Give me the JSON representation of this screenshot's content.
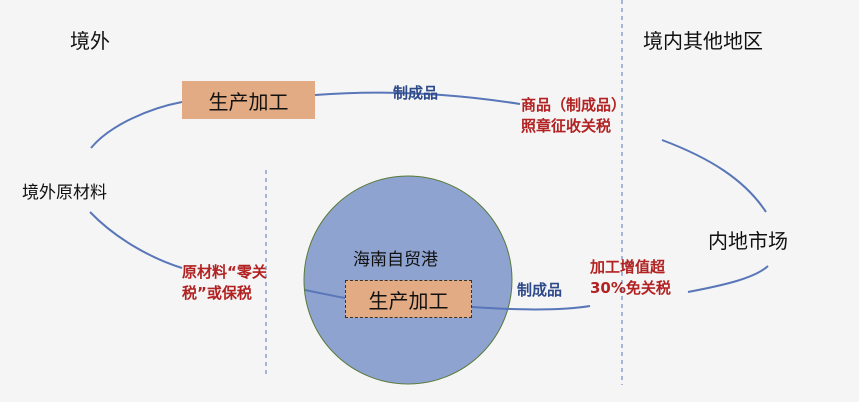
{
  "regions": {
    "outside": "境外",
    "inland_other": "境内其他地区"
  },
  "nodes": {
    "raw_materials": "境外原材料",
    "inland_market": "内地市场",
    "hainan_ftp": "海南自贸港",
    "processing_outside": "生产加工",
    "processing_hainan": "生产加工"
  },
  "flows": {
    "top_product": "制成品",
    "bottom_product": "制成品"
  },
  "policies": {
    "top_right_line1": "商品（制成品）",
    "top_right_line2": "照章征收关税",
    "bottom_left_line1": "原材料“零关",
    "bottom_left_line2": "税”或保税",
    "bottom_right_line1": "加工增值超",
    "bottom_right_line2": "30%免关税"
  },
  "colors": {
    "circle_fill": "#8ea3cf",
    "box_fill": "#e2ab84",
    "flow_line": "#5876b8",
    "policy_text": "#b22222",
    "flow_text": "#2f4a8a"
  }
}
